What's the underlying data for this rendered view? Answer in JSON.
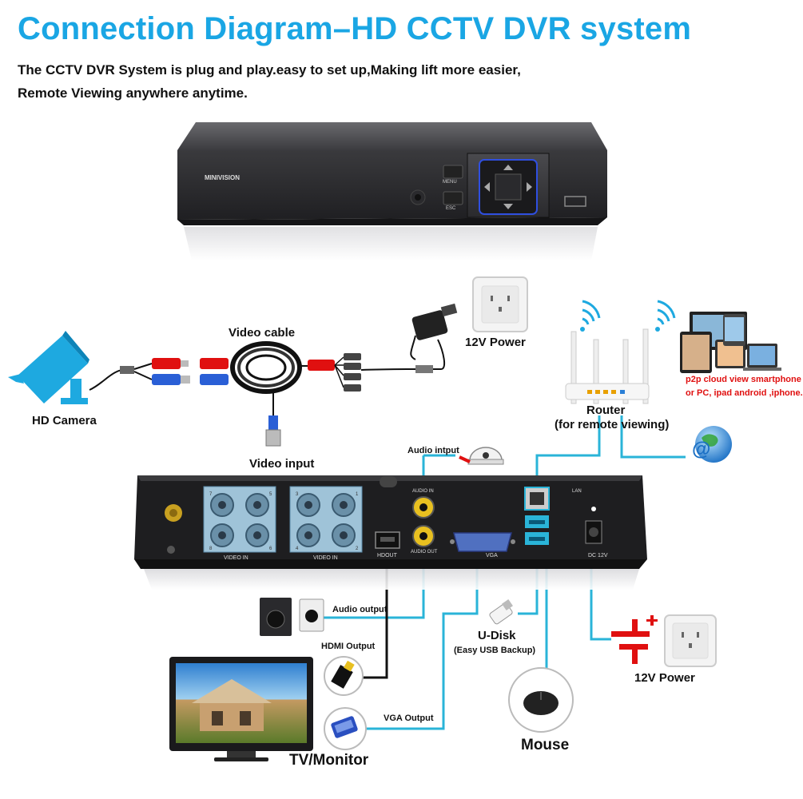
{
  "title": "Connection Diagram–HD CCTV DVR system",
  "subtitle_line1": "The CCTV DVR System is plug and play.easy to set up,Making lift more easier,",
  "subtitle_line2": "Remote Viewing anywhere anytime.",
  "dvr_front": {
    "brand": "MINIVISION",
    "menu_label": "MENU",
    "esc_label": "ESC"
  },
  "labels": {
    "video_cable": "Video cable",
    "hd_camera": "HD Camera",
    "video_input": "Video input",
    "power_12v_top": "12V Power",
    "router": "Router",
    "router_sub": "(for remote viewing)",
    "p2p_line1": "p2p cloud  view smartphone",
    "p2p_line2": "or PC, ipad android ,iphone.",
    "audio_input": "Audio intput",
    "audio_output": "Audio output",
    "hdmi_output": "HDMI Output",
    "vga_output": "VGA Output",
    "u_disk": "U-Disk",
    "u_disk_sub": "(Easy USB Backup)",
    "mouse": "Mouse",
    "tv_monitor": "TV/Monitor",
    "power_12v_bottom": "12V Power"
  },
  "rear_panel": {
    "video_in_left": "VIDEO IN",
    "video_in_right": "VIDEO IN",
    "ch_left": [
      "7",
      "5",
      "8",
      "6"
    ],
    "ch_right": [
      "3",
      "1",
      "4",
      "2"
    ],
    "audio_in": "AUDIO IN",
    "audio_out": "AUDIO OUT",
    "hdmi": "HDOUT",
    "vga": "VGA",
    "lan": "LAN",
    "dc": "DC 12V"
  },
  "colors": {
    "title": "#1aa6e4",
    "wire": "#2ab4d8",
    "black_wire": "#111111",
    "red": "#e01010"
  }
}
